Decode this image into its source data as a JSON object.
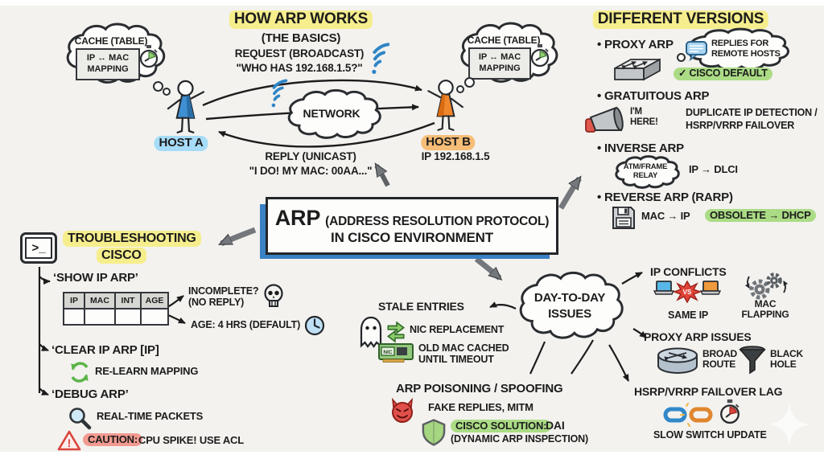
{
  "colors": {
    "background": "#f3f2ef",
    "ink": "#1c1c1c",
    "highlight_yellow": "#f6ee8d",
    "highlight_green": "#abdc85",
    "highlight_blue": "#a6dcf7",
    "highlight_orange": "#f6bd77",
    "highlight_red": "#f29a90",
    "box_bevel_blue": "#3a80c4",
    "arrow_gray": "#74787c",
    "wifi_blue": "#2f86c7",
    "recycle_green": "#5cb54a",
    "devil_red": "#e0504a"
  },
  "how_arp_works": {
    "title": "HOW ARP WORKS",
    "subtitle": "(THE BASICS)",
    "request_line1": "REQUEST (BROADCAST)",
    "request_line2": "\"WHO HAS 192.168.1.5?\"",
    "reply_line1": "REPLY (UNICAST)",
    "reply_line2": "\"I DO! MY MAC: 00AA...\"",
    "network_label": "NETWORK",
    "cache_cloud_title": "CACHE (TABLE)",
    "cache_map_line1": "IP ↔ MAC",
    "cache_map_line2": "MAPPING",
    "host_a_label": "HOST A",
    "host_b_label": "HOST B",
    "host_b_ip": "IP 192.168.1.5"
  },
  "different_versions": {
    "title": "DIFFERENT VERSIONS",
    "proxy": {
      "label": "• PROXY ARP",
      "cloud_line1": "REPLIES FOR",
      "cloud_line2": "REMOTE HOSTS",
      "badge": "✓ CISCO DEFAULT"
    },
    "gratuitous": {
      "label": "• GRATUITOUS ARP",
      "shout_line1": "I'M",
      "shout_line2": "HERE!",
      "desc_line1": "DUPLICATE IP DETECTION /",
      "desc_line2": "HSRP/VRRP FAILOVER"
    },
    "inverse": {
      "label": "• INVERSE ARP",
      "cloud_line1": "ATM/FRAME",
      "cloud_line2": "RELAY",
      "desc": "IP → DLCI"
    },
    "reverse": {
      "label": "• REVERSE ARP (RARP)",
      "desc": "MAC → IP",
      "badge": "OBSOLETE → DHCP"
    }
  },
  "center_box": {
    "acronym": "ARP",
    "expansion": "(ADDRESS RESOLUTION PROTOCOL)",
    "line2": "IN CISCO ENVIRONMENT"
  },
  "troubleshooting": {
    "title_line1": "TROUBLESHOOTING",
    "title_line2": "CISCO",
    "terminal_glyph": ">_",
    "cmd_show": "‘SHOW IP ARP’",
    "table_headers": [
      "IP",
      "MAC",
      "INT",
      "AGE"
    ],
    "incomplete_line1": "INCOMPLETE?",
    "incomplete_line2": "(NO REPLY)",
    "age_note": "AGE: 4 HRS (DEFAULT)",
    "cmd_clear": "‘CLEAR IP ARP [IP]",
    "relearn_note": "RE-LEARN MAPPING",
    "cmd_debug": "‘DEBUG ARP’",
    "realtime_note": "REAL-TIME PACKETS",
    "caution_label": "CAUTION:",
    "caution_text": "CPU SPIKE! USE ACL"
  },
  "day_to_day": {
    "cloud_line1": "DAY-TO-DAY",
    "cloud_line2": "ISSUES",
    "stale": {
      "title": "STALE ENTRIES",
      "nic_note": "NIC REPLACEMENT",
      "nic_chip_label": "NIC",
      "cached_line1": "OLD MAC CACHED",
      "cached_line2": "UNTIL TIMEOUT"
    },
    "poisoning": {
      "title": "ARP POISONING / SPOOFING",
      "desc": "FAKE REPLIES, MITM",
      "solution_label": "CISCO SOLUTION:",
      "solution_value": "DAI",
      "solution_detail": "(DYNAMIC ARP INSPECTION)"
    },
    "ip_conflicts": {
      "title": "IP CONFLICTS",
      "vs_label": "VS",
      "same_ip": "SAME IP",
      "flapping_line1": "MAC",
      "flapping_line2": "FLAPPING"
    },
    "proxy_issues": {
      "title": "PROXY ARP ISSUES",
      "broad_line1": "BROAD",
      "broad_line2": "ROUTE",
      "hole_line1": "BLACK",
      "hole_line2": "HOLE"
    },
    "failover": {
      "title": "HSRP/VRRP FAILOVER LAG",
      "note": "SLOW SWITCH UPDATE"
    }
  }
}
